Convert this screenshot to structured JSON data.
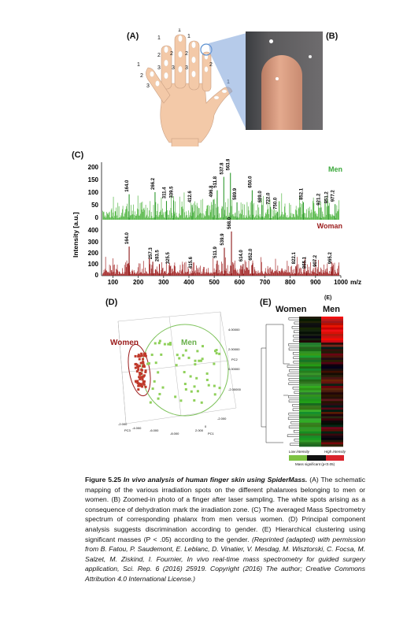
{
  "labels": {
    "A": "(A)",
    "B": "(B)",
    "C": "(C)",
    "D": "(D)",
    "E": "(E)",
    "E_small": "(E)"
  },
  "hand_numbers": {
    "thumb": [
      "1",
      "2",
      "3"
    ],
    "index": [
      "1",
      "2",
      "3"
    ],
    "middle": [
      "1",
      "2",
      "3"
    ],
    "ring": [
      "1",
      "2",
      "3"
    ],
    "little": [
      "1",
      "2"
    ]
  },
  "spectrum": {
    "ylabel": "Intensity [a.u.]",
    "xlabel": "m/z",
    "men_label": "Men",
    "women_label": "Woman",
    "men_yticks": [
      "200",
      "150",
      "100",
      "50",
      "0"
    ],
    "women_yticks": [
      "400",
      "300",
      "200",
      "100",
      "0"
    ],
    "xticks": [
      "100",
      "200",
      "300",
      "400",
      "500",
      "600",
      "700",
      "800",
      "900",
      "1000"
    ],
    "men_colors": "#3aa83a",
    "women_color": "#9b1c1c",
    "men_peaks": [
      {
        "mz": 164.0,
        "v": 95
      },
      {
        "mz": 266.2,
        "v": 103
      },
      {
        "mz": 311.4,
        "v": 70
      },
      {
        "mz": 339.5,
        "v": 72
      },
      {
        "mz": 412.6,
        "v": 55
      },
      {
        "mz": 496.8,
        "v": 75
      },
      {
        "mz": 511.8,
        "v": 110
      },
      {
        "mz": 537.8,
        "v": 160
      },
      {
        "mz": 563.9,
        "v": 175
      },
      {
        "mz": 589.9,
        "v": 65
      },
      {
        "mz": 650.0,
        "v": 110
      },
      {
        "mz": 689.0,
        "v": 55
      },
      {
        "mz": 722.0,
        "v": 48
      },
      {
        "mz": 750.0,
        "v": 30
      },
      {
        "mz": 852.1,
        "v": 65
      },
      {
        "mz": 921.2,
        "v": 45
      },
      {
        "mz": 951.2,
        "v": 52
      },
      {
        "mz": 977.2,
        "v": 58
      }
    ],
    "women_peaks": [
      {
        "mz": 164.0,
        "v": 250
      },
      {
        "mz": 257.3,
        "v": 120
      },
      {
        "mz": 283.5,
        "v": 100
      },
      {
        "mz": 325.5,
        "v": 80
      },
      {
        "mz": 415.6,
        "v": 40
      },
      {
        "mz": 511.9,
        "v": 130
      },
      {
        "mz": 539.9,
        "v": 240
      },
      {
        "mz": 568.0,
        "v": 380
      },
      {
        "mz": 614.0,
        "v": 100
      },
      {
        "mz": 652.0,
        "v": 110
      },
      {
        "mz": 822.1,
        "v": 80
      },
      {
        "mz": 865.1,
        "v": 40
      },
      {
        "mz": 907.2,
        "v": 55
      },
      {
        "mz": 965.2,
        "v": 80
      }
    ]
  },
  "pca": {
    "women_label": "Women",
    "men_label": "Men",
    "ticks_right": [
      "4.00000",
      "2.00000",
      "0.00000",
      "-2.00000"
    ],
    "pc2_label": "PC2",
    "ticks_bottom": [
      "-2.000",
      "-4.000",
      "-6.000",
      "-8.000",
      "2.000",
      "0",
      "-2.000"
    ],
    "pc1_label": "PC1",
    "pc3_label": "PC3"
  },
  "heatmap": {
    "women_label": "Women",
    "men_label": "Men",
    "low_label": "Low intensity",
    "high_label": "High intensity",
    "sig_label": "Mass significant (p<0.05)"
  },
  "caption": {
    "fig": "Figure 5.25",
    "title": "In vivo analysis of human finger skin using SpiderMass.",
    "body": "(A) The schematic mapping of the various irradiation spots on the different phalanxes belonging to men or women. (B) Zoomed-in photo of a finger after laser sampling. The white spots arising as a consequence of dehydration mark the irradiation zone. (C) The averaged Mass Spectrometry spectrum of corresponding phalanx from men versus women. (D) Principal component analysis suggests discrimination according to gender. (E) Hierarchical clustering using significant masses (P < .05) according to the gender.",
    "credit": "(Reprinted (adapted) with permission from B. Fatou, P. Saudemont, E. Leblanc, D. Vinatier, V. Mesdag, M. Wisztorski, C. Focsa, M. Salzet, M. Ziskind, I. Fournier, In vivo real-time mass spectrometry for guided surgery application, Sci. Rep. 6 (2016) 25919. Copyright (2016) The author; Creative Commons Attribution 4.0 International License.)"
  }
}
